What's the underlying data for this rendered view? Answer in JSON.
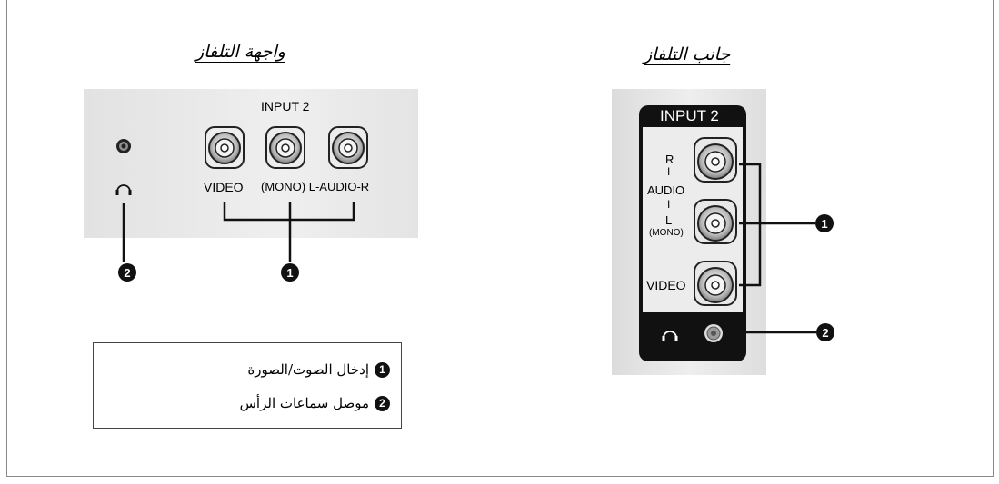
{
  "front": {
    "title": "واجهة التلفاز",
    "input_label": "INPUT 2",
    "video_label": "VIDEO",
    "audio_label": "(MONO) L-AUDIO-R",
    "callout_av": "1",
    "callout_headphone": "2"
  },
  "side": {
    "title": "جانب التلفاز",
    "input_label": "INPUT 2",
    "r_label": "R",
    "sep1": "I",
    "audio_label": "AUDIO",
    "sep2": "I",
    "l_label": "L",
    "mono_label": "(MONO)",
    "video_label": "VIDEO",
    "callout_av": "1",
    "callout_headphone": "2"
  },
  "legend": {
    "items": [
      {
        "num": "1",
        "text": "إدخال الصوت/الصورة"
      },
      {
        "num": "2",
        "text": "موصل سماعات الرأس"
      }
    ]
  },
  "colors": {
    "panel": "#e6e6e6",
    "dark": "#111111",
    "jack_ring": "#9a9a9a"
  }
}
